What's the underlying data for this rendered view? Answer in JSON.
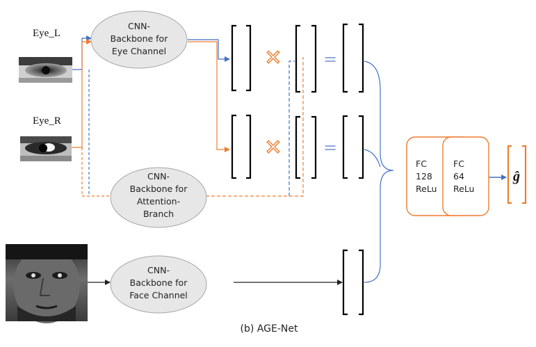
{
  "inputs": {
    "eye_left_label": "Eye_L",
    "eye_right_label": "Eye_R"
  },
  "nodes": {
    "cnn_eye": [
      "CNN-",
      "Backbone for",
      "Eye Channel"
    ],
    "cnn_attention": [
      "CNN-",
      "Backbone for",
      "Attention-",
      "Branch"
    ],
    "cnn_face": [
      "CNN-",
      "Backbone for",
      "Face Channel"
    ]
  },
  "operators": {
    "multiply": "✕",
    "equals": "="
  },
  "fc_layers": [
    [
      "FC",
      "128",
      "ReLu"
    ],
    [
      "FC",
      "64",
      "ReLu"
    ]
  ],
  "output_label": "ĝ",
  "caption": "(b) AGE-Net",
  "colors": {
    "blue": "#4472C4",
    "orange": "#ED7D31",
    "node_fill": "#E7E7E7",
    "node_stroke": "#A6A6A6",
    "black": "#000000"
  }
}
